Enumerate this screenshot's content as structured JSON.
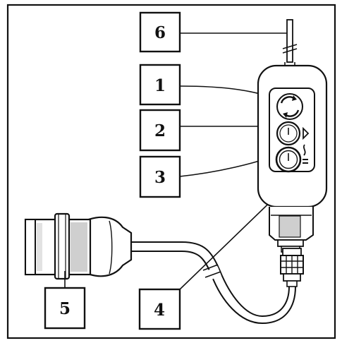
{
  "diagram": {
    "callouts": [
      {
        "id": "1",
        "label": "1"
      },
      {
        "id": "2",
        "label": "2"
      },
      {
        "id": "3",
        "label": "3"
      },
      {
        "id": "4",
        "label": "4"
      },
      {
        "id": "5",
        "label": "5"
      },
      {
        "id": "6",
        "label": "6"
      }
    ]
  },
  "colors": {
    "ink": "#111111",
    "background": "#ffffff",
    "shade": "#cfcfcf"
  }
}
